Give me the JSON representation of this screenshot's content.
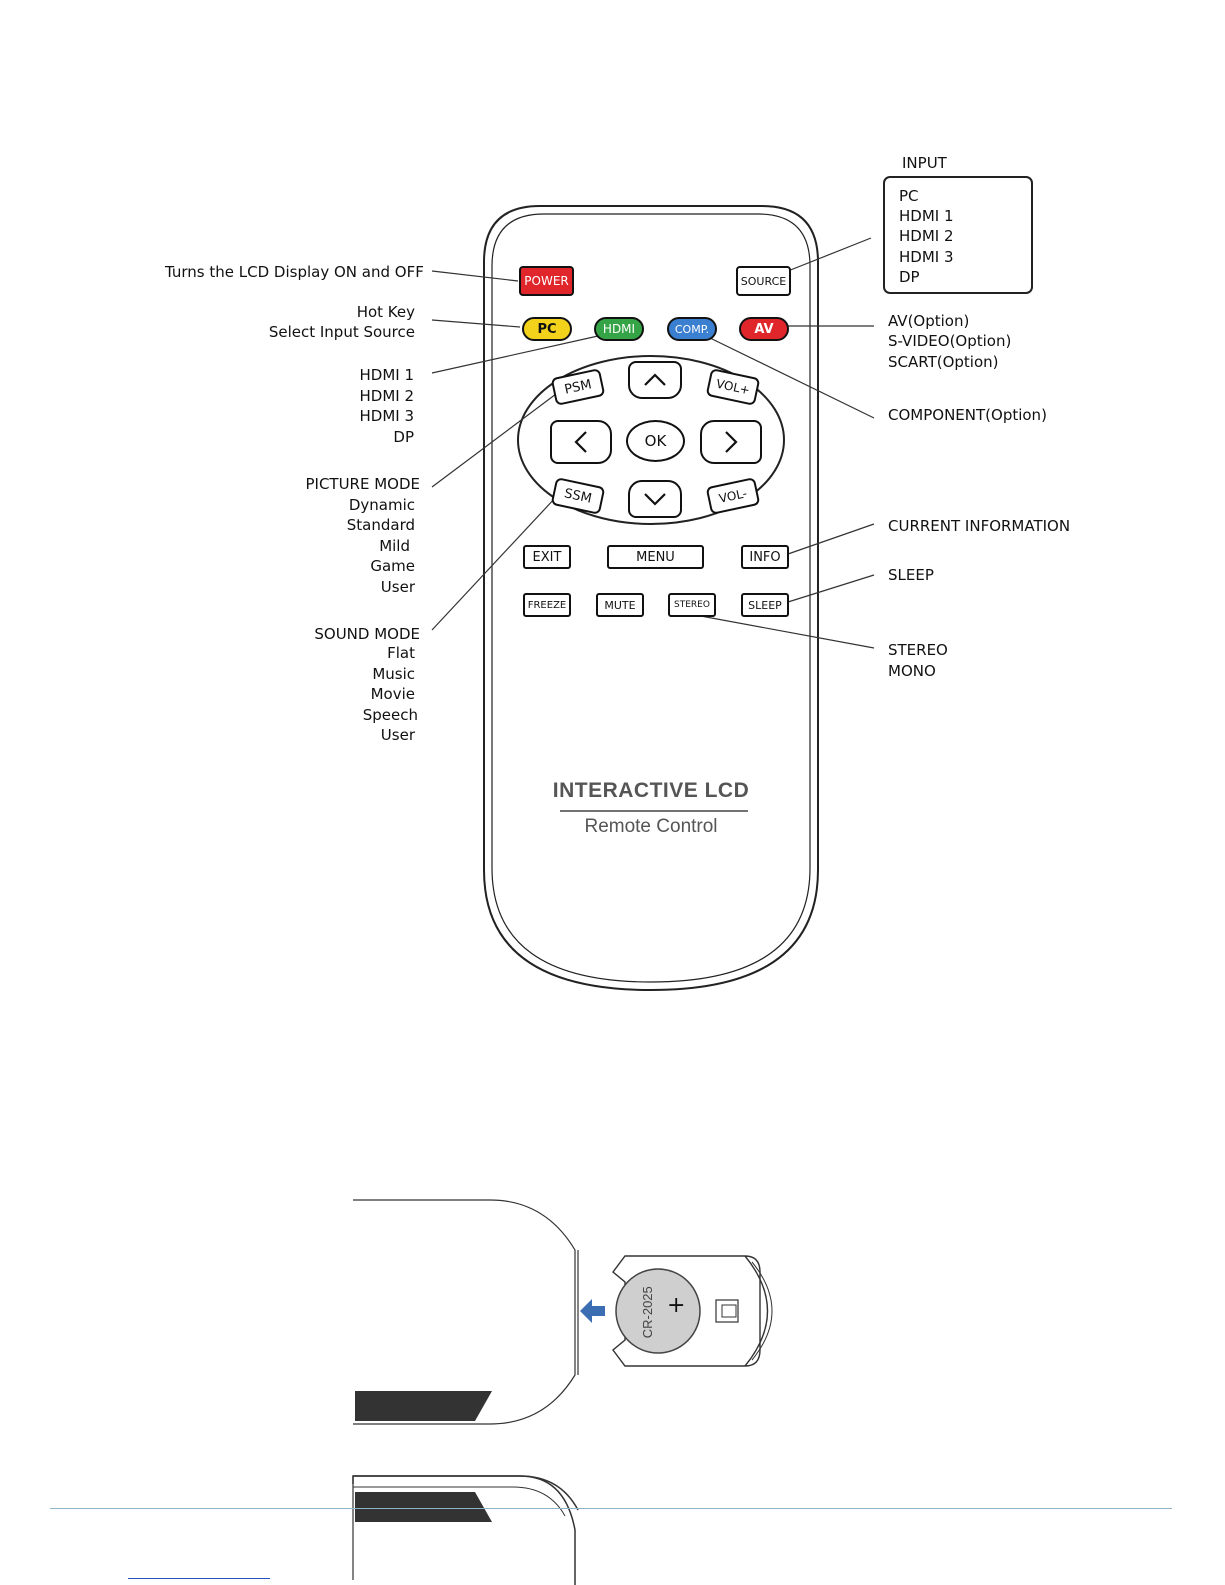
{
  "callouts": {
    "power": "Turns the LCD Display ON and OFF",
    "hotkey": [
      "Hot Key",
      "Select Input Source"
    ],
    "hdmi_list": [
      "HDMI 1",
      "HDMI 2",
      "HDMI 3",
      "DP"
    ],
    "picture_mode": [
      "PICTURE MODE",
      "Dynamic",
      "Standard",
      "Mild",
      "Game",
      "User"
    ],
    "sound_mode": [
      "SOUND MODE",
      "Flat",
      "Music",
      "Movie",
      "Speech",
      "User"
    ],
    "input_title": "INPUT",
    "input_list": [
      "PC",
      "HDMI 1",
      "HDMI 2",
      "HDMI 3",
      "DP"
    ],
    "av": [
      "AV(Option)",
      "S-VIDEO(Option)",
      "SCART(Option)"
    ],
    "component": "COMPONENT(Option)",
    "info": "CURRENT  INFORMATION",
    "sleep": "SLEEP",
    "stereo": [
      "STEREO",
      "MONO"
    ]
  },
  "buttons": {
    "power": "POWER",
    "source": "SOURCE",
    "pc": "PC",
    "hdmi": "HDMI",
    "comp": "COMP.",
    "av": "AV",
    "psm": "PSM",
    "vol_up": "VOL+",
    "ok": "OK",
    "ssm": "SSM",
    "vol_down": "VOL-",
    "exit": "EXIT",
    "menu": "MENU",
    "info": "INFO",
    "freeze": "FREEZE",
    "mute": "MUTE",
    "stereo": "STEREO",
    "sleep": "SLEEP"
  },
  "brand": {
    "title": "INTERACTIVE  LCD",
    "subtitle": "Remote Control"
  },
  "battery": {
    "label": "CR-2025",
    "polarity": "+"
  },
  "colors": {
    "power": "#e0262b",
    "pc": "#f3d21b",
    "hdmi": "#35a447",
    "comp": "#3a7fd0",
    "av": "#e0262b",
    "arrow": "#3b6db3"
  }
}
